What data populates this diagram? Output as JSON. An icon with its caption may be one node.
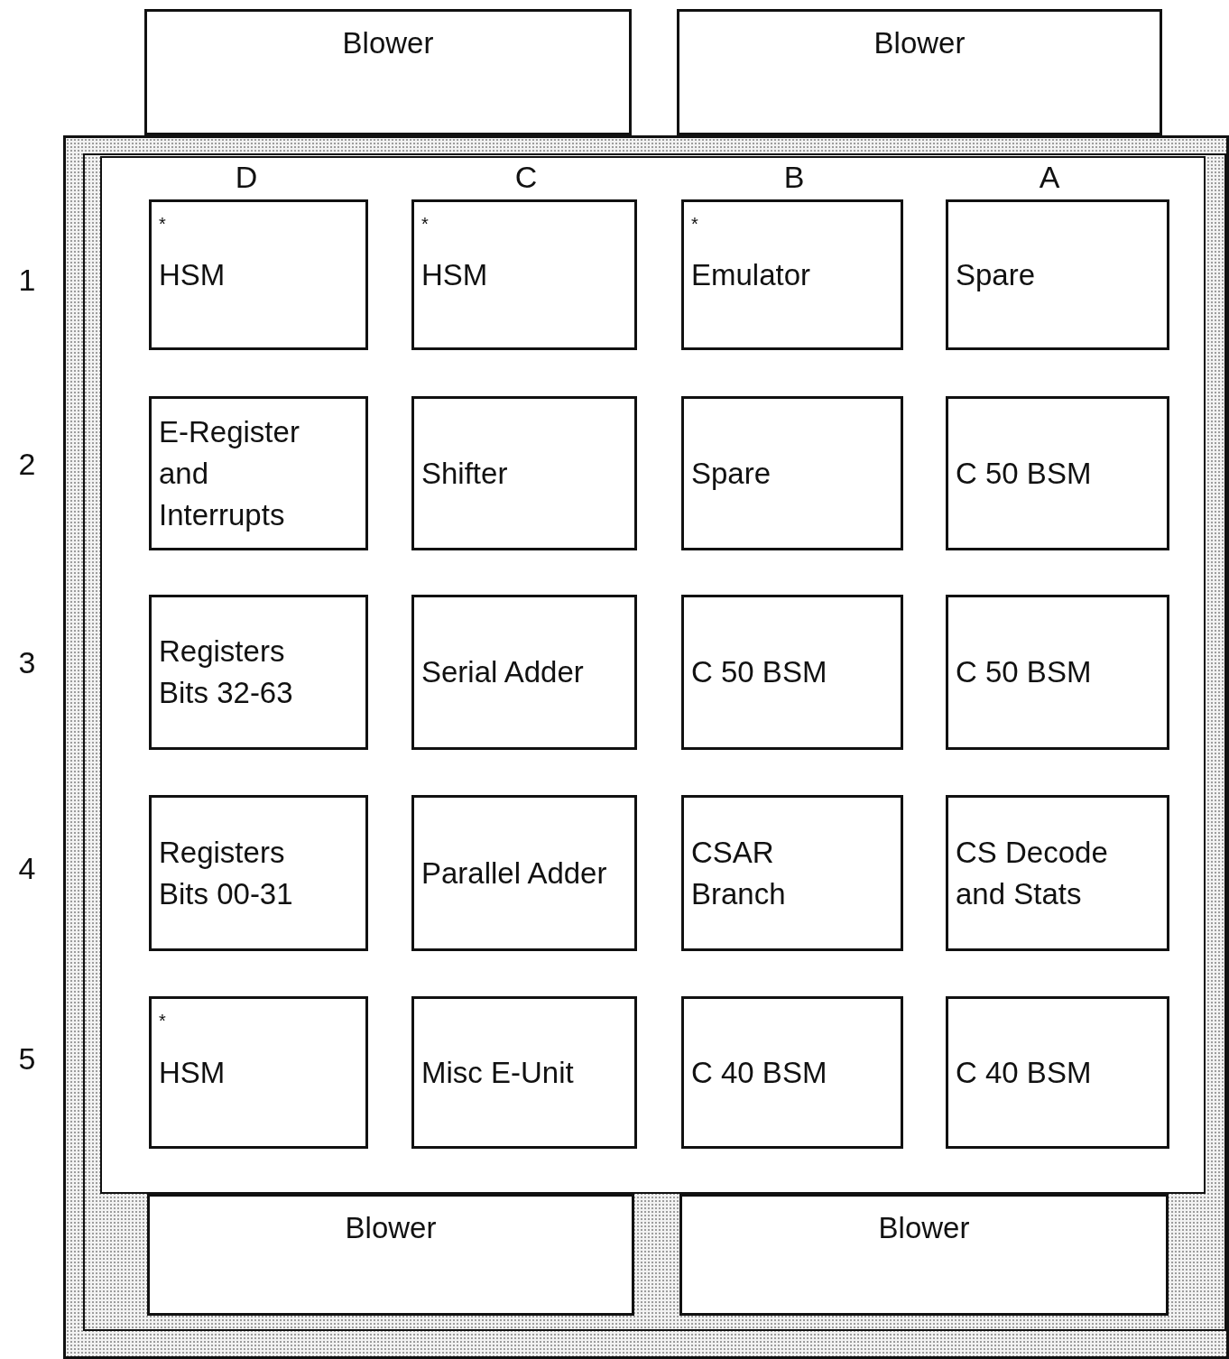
{
  "diagram": {
    "nodes": [
      {
        "text": [
          "Blower"
        ]
      },
      {
        "text": [
          "Blower"
        ]
      },
      {
        "text": [],
        "shape": "box"
      },
      {
        "text": [],
        "shape": "box",
        "in": 2
      },
      {
        "text": [
          "*",
          "HSM"
        ],
        "in": 3
      },
      {
        "text": [
          "*",
          "HSM"
        ],
        "in": 3
      },
      {
        "text": [
          "*",
          "Emulator"
        ],
        "in": 3
      },
      {
        "text": [
          "Spare"
        ],
        "in": 3
      },
      {
        "text": [
          "E-Register and Interrupts"
        ],
        "in": 3
      },
      {
        "text": [
          "Shifter"
        ],
        "in": 3
      },
      {
        "text": [
          "Spare"
        ],
        "in": 3
      },
      {
        "text": [
          "C 50 BSM"
        ],
        "in": 3
      },
      {
        "text": [
          "Registers Bits 32-63"
        ],
        "in": 3
      },
      {
        "text": [
          "Serial Adder"
        ],
        "in": 3
      },
      {
        "text": [
          "C 50 BSM"
        ],
        "in": 3
      },
      {
        "text": [
          "C 50 BSM"
        ],
        "in": 3
      },
      {
        "text": [
          "Registers Bits 00-31"
        ],
        "in": 3
      },
      {
        "text": [
          "Parallel Adder"
        ],
        "in": 3
      },
      {
        "text": [
          "CSAR Branch"
        ],
        "in": 3
      },
      {
        "text": [
          "CS Decode and Stats"
        ],
        "in": 3
      },
      {
        "text": [
          "*",
          "HSM"
        ],
        "in": 3
      },
      {
        "text": [
          "Misc E-Unit"
        ],
        "in": 3
      },
      {
        "text": [
          "C 40 BSM"
        ],
        "in": 3
      },
      {
        "text": [
          "C 40 BSM"
        ],
        "in": 3
      },
      {
        "text": [
          "Blower"
        ],
        "in": 2
      },
      {
        "text": [
          "Blower"
        ],
        "in": 2
      }
    ],
    "edges": [],
    "labels": [
      "D",
      "C",
      "B",
      "A",
      "1",
      "2",
      "3",
      "4",
      "5"
    ]
  }
}
